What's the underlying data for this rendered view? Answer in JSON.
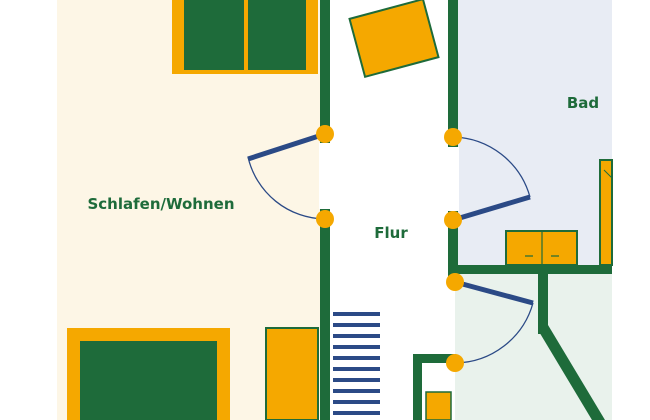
{
  "rooms": {
    "schlafen": "Schlafen/Wohnen",
    "flur": "Flur",
    "bad": "Bad"
  },
  "colors": {
    "wall": "#1e6b3a",
    "furniture_fill": "#f5a800",
    "door": "#2b4a86",
    "hinge": "#f5a800",
    "schlafen_floor": "#fdf6e6",
    "bad_floor": "#e8ecf4",
    "lower_right_floor": "#e9f2ec",
    "flur_floor": "#ffffff"
  }
}
